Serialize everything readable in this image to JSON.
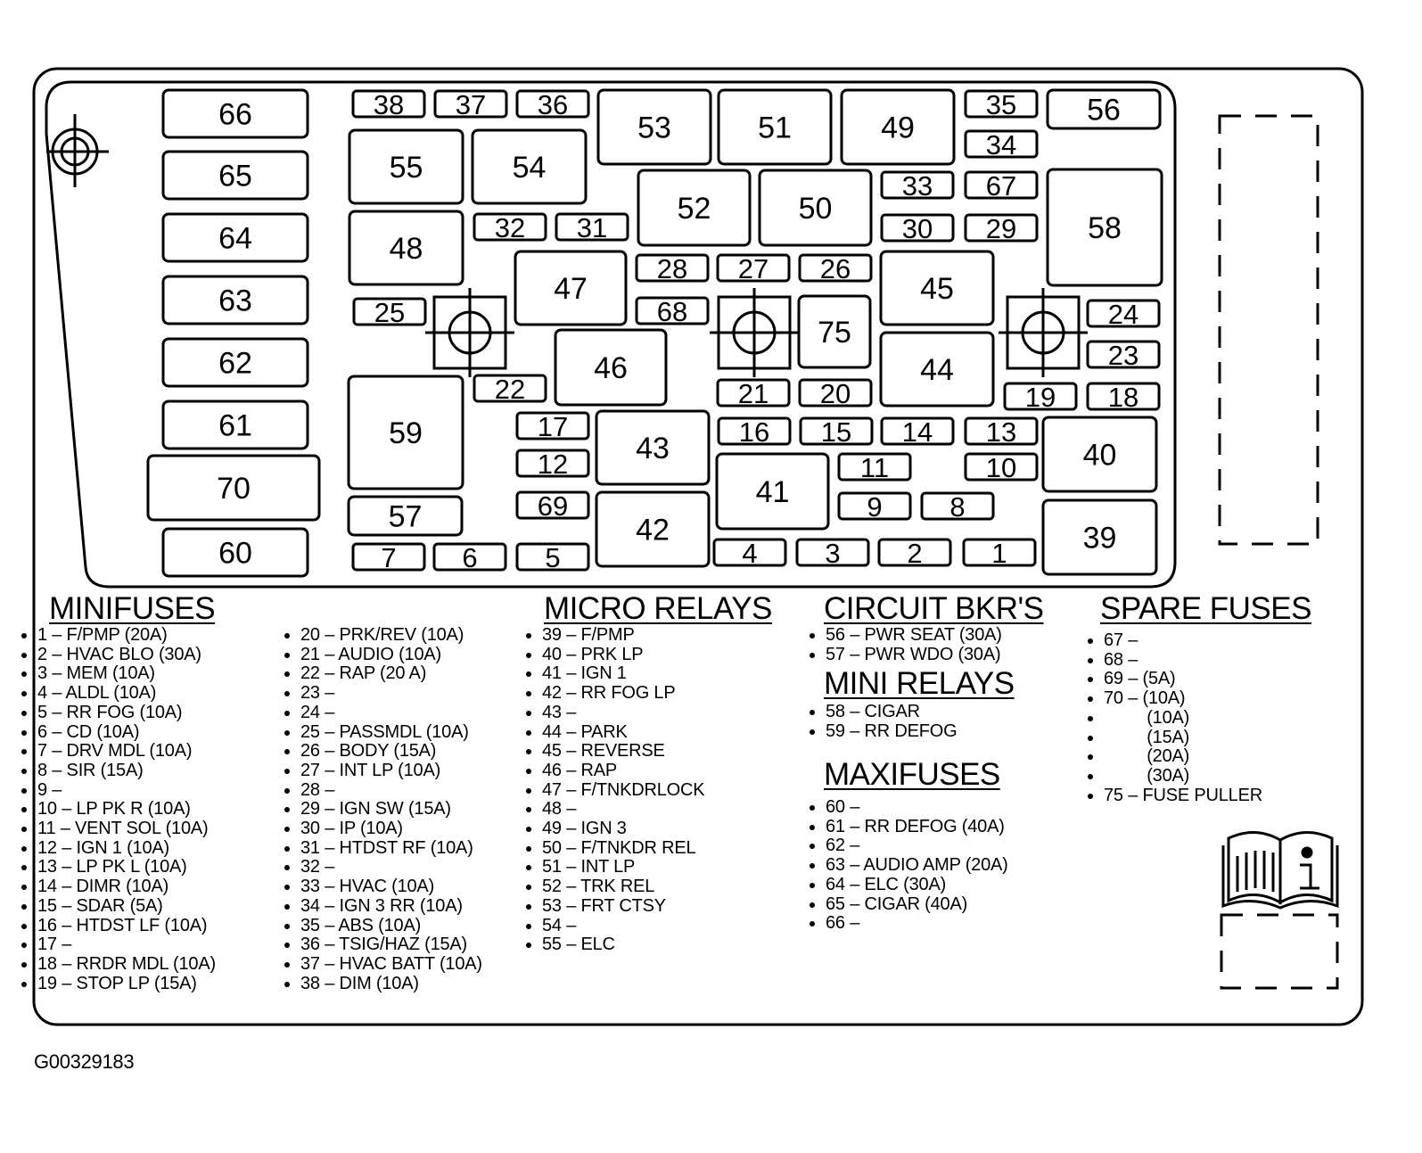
{
  "fuse_panel": {
    "slots": [
      {
        "id": "66",
        "kind": "maxifuse"
      },
      {
        "id": "65",
        "kind": "maxifuse"
      },
      {
        "id": "64",
        "kind": "maxifuse"
      },
      {
        "id": "63",
        "kind": "maxifuse"
      },
      {
        "id": "62",
        "kind": "maxifuse"
      },
      {
        "id": "61",
        "kind": "maxifuse"
      },
      {
        "id": "70",
        "kind": "spare"
      },
      {
        "id": "60",
        "kind": "maxifuse"
      },
      {
        "id": "38",
        "kind": "minifuse"
      },
      {
        "id": "37",
        "kind": "minifuse"
      },
      {
        "id": "36",
        "kind": "minifuse"
      },
      {
        "id": "55",
        "kind": "micro-relay"
      },
      {
        "id": "54",
        "kind": "micro-relay"
      },
      {
        "id": "53",
        "kind": "micro-relay"
      },
      {
        "id": "51",
        "kind": "micro-relay"
      },
      {
        "id": "49",
        "kind": "micro-relay"
      },
      {
        "id": "35",
        "kind": "minifuse"
      },
      {
        "id": "34",
        "kind": "minifuse"
      },
      {
        "id": "56",
        "kind": "circuit-breaker"
      },
      {
        "id": "52",
        "kind": "micro-relay"
      },
      {
        "id": "50",
        "kind": "micro-relay"
      },
      {
        "id": "33",
        "kind": "minifuse"
      },
      {
        "id": "67",
        "kind": "spare"
      },
      {
        "id": "30",
        "kind": "minifuse"
      },
      {
        "id": "29",
        "kind": "minifuse"
      },
      {
        "id": "58",
        "kind": "mini-relay"
      },
      {
        "id": "48",
        "kind": "micro-relay"
      },
      {
        "id": "32",
        "kind": "minifuse"
      },
      {
        "id": "31",
        "kind": "minifuse"
      },
      {
        "id": "28",
        "kind": "minifuse"
      },
      {
        "id": "27",
        "kind": "minifuse"
      },
      {
        "id": "26",
        "kind": "minifuse"
      },
      {
        "id": "47",
        "kind": "micro-relay"
      },
      {
        "id": "45",
        "kind": "micro-relay"
      },
      {
        "id": "25",
        "kind": "minifuse"
      },
      {
        "id": "68",
        "kind": "spare"
      },
      {
        "id": "75",
        "kind": "fuse-puller"
      },
      {
        "id": "24",
        "kind": "minifuse"
      },
      {
        "id": "23",
        "kind": "minifuse"
      },
      {
        "id": "46",
        "kind": "micro-relay"
      },
      {
        "id": "44",
        "kind": "micro-relay"
      },
      {
        "id": "22",
        "kind": "minifuse"
      },
      {
        "id": "21",
        "kind": "minifuse"
      },
      {
        "id": "20",
        "kind": "minifuse"
      },
      {
        "id": "19",
        "kind": "minifuse"
      },
      {
        "id": "18",
        "kind": "minifuse"
      },
      {
        "id": "59",
        "kind": "mini-relay"
      },
      {
        "id": "17",
        "kind": "minifuse"
      },
      {
        "id": "43",
        "kind": "micro-relay"
      },
      {
        "id": "16",
        "kind": "minifuse"
      },
      {
        "id": "15",
        "kind": "minifuse"
      },
      {
        "id": "14",
        "kind": "minifuse"
      },
      {
        "id": "13",
        "kind": "minifuse"
      },
      {
        "id": "40",
        "kind": "micro-relay"
      },
      {
        "id": "12",
        "kind": "minifuse"
      },
      {
        "id": "41",
        "kind": "micro-relay"
      },
      {
        "id": "11",
        "kind": "minifuse"
      },
      {
        "id": "10",
        "kind": "minifuse"
      },
      {
        "id": "69",
        "kind": "spare"
      },
      {
        "id": "42",
        "kind": "micro-relay"
      },
      {
        "id": "9",
        "kind": "minifuse"
      },
      {
        "id": "8",
        "kind": "minifuse"
      },
      {
        "id": "39",
        "kind": "micro-relay"
      },
      {
        "id": "57",
        "kind": "circuit-breaker"
      },
      {
        "id": "7",
        "kind": "minifuse"
      },
      {
        "id": "6",
        "kind": "minifuse"
      },
      {
        "id": "5",
        "kind": "minifuse"
      },
      {
        "id": "4",
        "kind": "minifuse"
      },
      {
        "id": "3",
        "kind": "minifuse"
      },
      {
        "id": "2",
        "kind": "minifuse"
      },
      {
        "id": "1",
        "kind": "minifuse"
      }
    ]
  },
  "legend": {
    "minifuses": {
      "title": "MINIFUSES",
      "col1": [
        "1 – F/PMP (20A)",
        "2 – HVAC BLO (30A)",
        "3 – MEM (10A)",
        "4 – ALDL (10A)",
        "5 – RR FOG (10A)",
        "6 – CD (10A)",
        "7 – DRV MDL (10A)",
        "8 – SIR (15A)",
        "9 –",
        "10 – LP PK R (10A)",
        "11 – VENT SOL (10A)",
        "12 – IGN 1 (10A)",
        "13 – LP PK L (10A)",
        "14 – DIMR (10A)",
        "15 – SDAR (5A)",
        "16 – HTDST LF (10A)",
        "17 –",
        "18 – RRDR MDL (10A)",
        "19 – STOP LP (15A)"
      ],
      "col2": [
        "20 – PRK/REV (10A)",
        "21 – AUDIO (10A)",
        "22 – RAP (20 A)",
        "23 –",
        "24 –",
        "25 – PASSMDL (10A)",
        "26 – BODY (15A)",
        "27 – INT LP (10A)",
        "28 –",
        "29 – IGN SW (15A)",
        "30 – IP (10A)",
        "31 – HTDST RF (10A)",
        "32 –",
        "33 – HVAC (10A)",
        "34 – IGN 3 RR (10A)",
        "35 – ABS (10A)",
        "36 – TSIG/HAZ (15A)",
        "37 – HVAC BATT (10A)",
        "38 – DIM (10A)"
      ]
    },
    "micro_relays": {
      "title": "MICRO RELAYS",
      "items": [
        "39 – F/PMP",
        "40 – PRK LP",
        "41 – IGN 1",
        "42 – RR FOG LP",
        "43 –",
        "44 – PARK",
        "45 – REVERSE",
        "46 – RAP",
        "47 – F/TNKDRLOCK",
        "48 –",
        "49 – IGN 3",
        "50 – F/TNKDR REL",
        "51 – INT LP",
        "52 – TRK REL",
        "53 – FRT CTSY",
        "54 –",
        "55 – ELC"
      ]
    },
    "circuit_breakers": {
      "title": "CIRCUIT BKR'S",
      "items": [
        "56 – PWR SEAT (30A)",
        "57 – PWR WDO (30A)"
      ]
    },
    "mini_relays": {
      "title": "MINI RELAYS",
      "items": [
        "58 – CIGAR",
        "59 – RR DEFOG"
      ]
    },
    "maxifuses": {
      "title": "MAXIFUSES",
      "items": [
        "60 –",
        "61 – RR DEFOG (40A)",
        "62 –",
        "63 – AUDIO AMP (20A)",
        "64 – ELC (30A)",
        "65 – CIGAR (40A)",
        "66 –"
      ]
    },
    "spare_fuses": {
      "title": "SPARE FUSES",
      "items": [
        "67 –",
        "68 –",
        "69 – (5A)",
        "70 – (10A)",
        "         (10A)",
        "         (15A)",
        "         (20A)",
        "         (30A)",
        "75 – FUSE PULLER"
      ]
    }
  },
  "figure_code": "G00329183",
  "icons": [
    "registration-target-icon",
    "owner-manual-info-icon"
  ]
}
